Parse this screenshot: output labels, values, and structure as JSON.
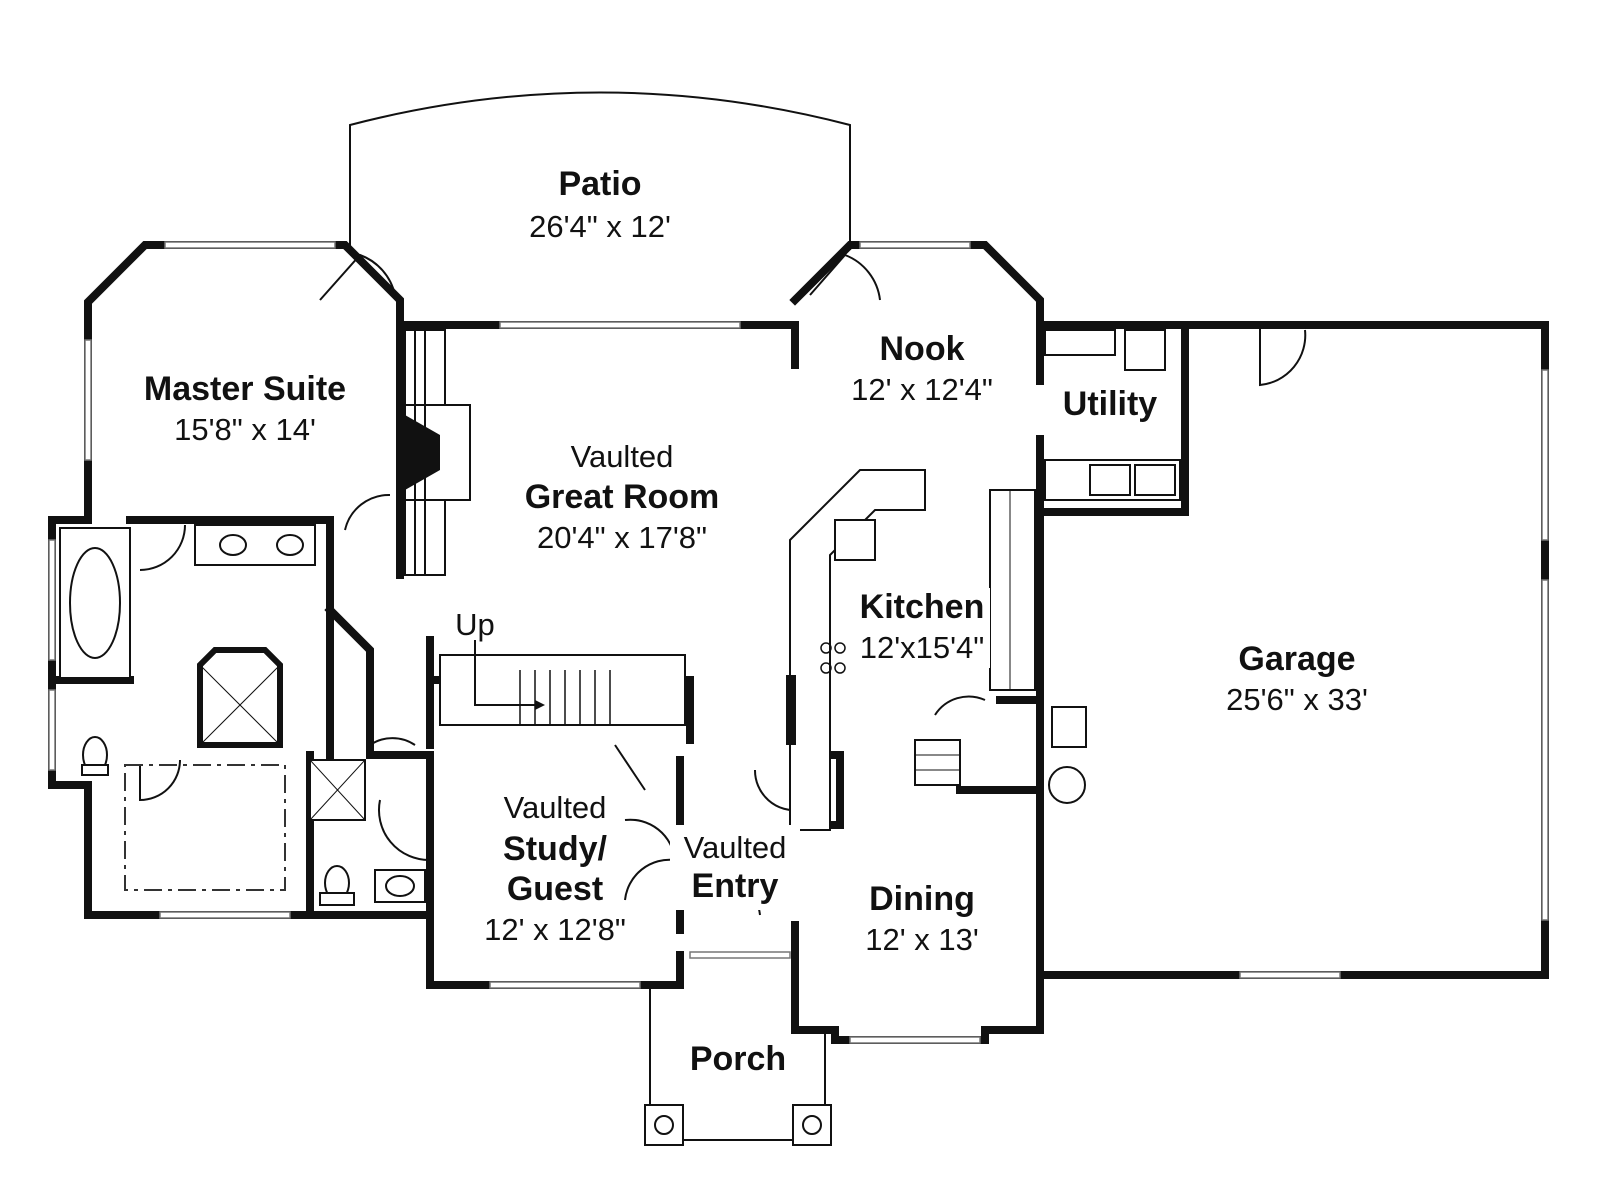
{
  "rooms": {
    "patio": {
      "name": "Patio",
      "size": "26'4\" x 12'"
    },
    "master_suite": {
      "name": "Master Suite",
      "size": "15'8\" x 14'"
    },
    "great_room": {
      "prefix": "Vaulted",
      "name": "Great Room",
      "size": "20'4\" x 17'8\""
    },
    "nook": {
      "name": "Nook",
      "size": "12' x 12'4\""
    },
    "utility": {
      "name": "Utility"
    },
    "kitchen": {
      "name": "Kitchen",
      "size": "12'x15'4\""
    },
    "garage": {
      "name": "Garage",
      "size": "25'6\" x 33'"
    },
    "study": {
      "prefix": "Vaulted",
      "name_line1": "Study/",
      "name_line2": "Guest",
      "size": "12' x 12'8\""
    },
    "entry": {
      "prefix": "Vaulted",
      "name": "Entry"
    },
    "dining": {
      "name": "Dining",
      "size": "12' x 13'"
    },
    "porch": {
      "name": "Porch"
    }
  },
  "stairs": {
    "label": "Up"
  }
}
